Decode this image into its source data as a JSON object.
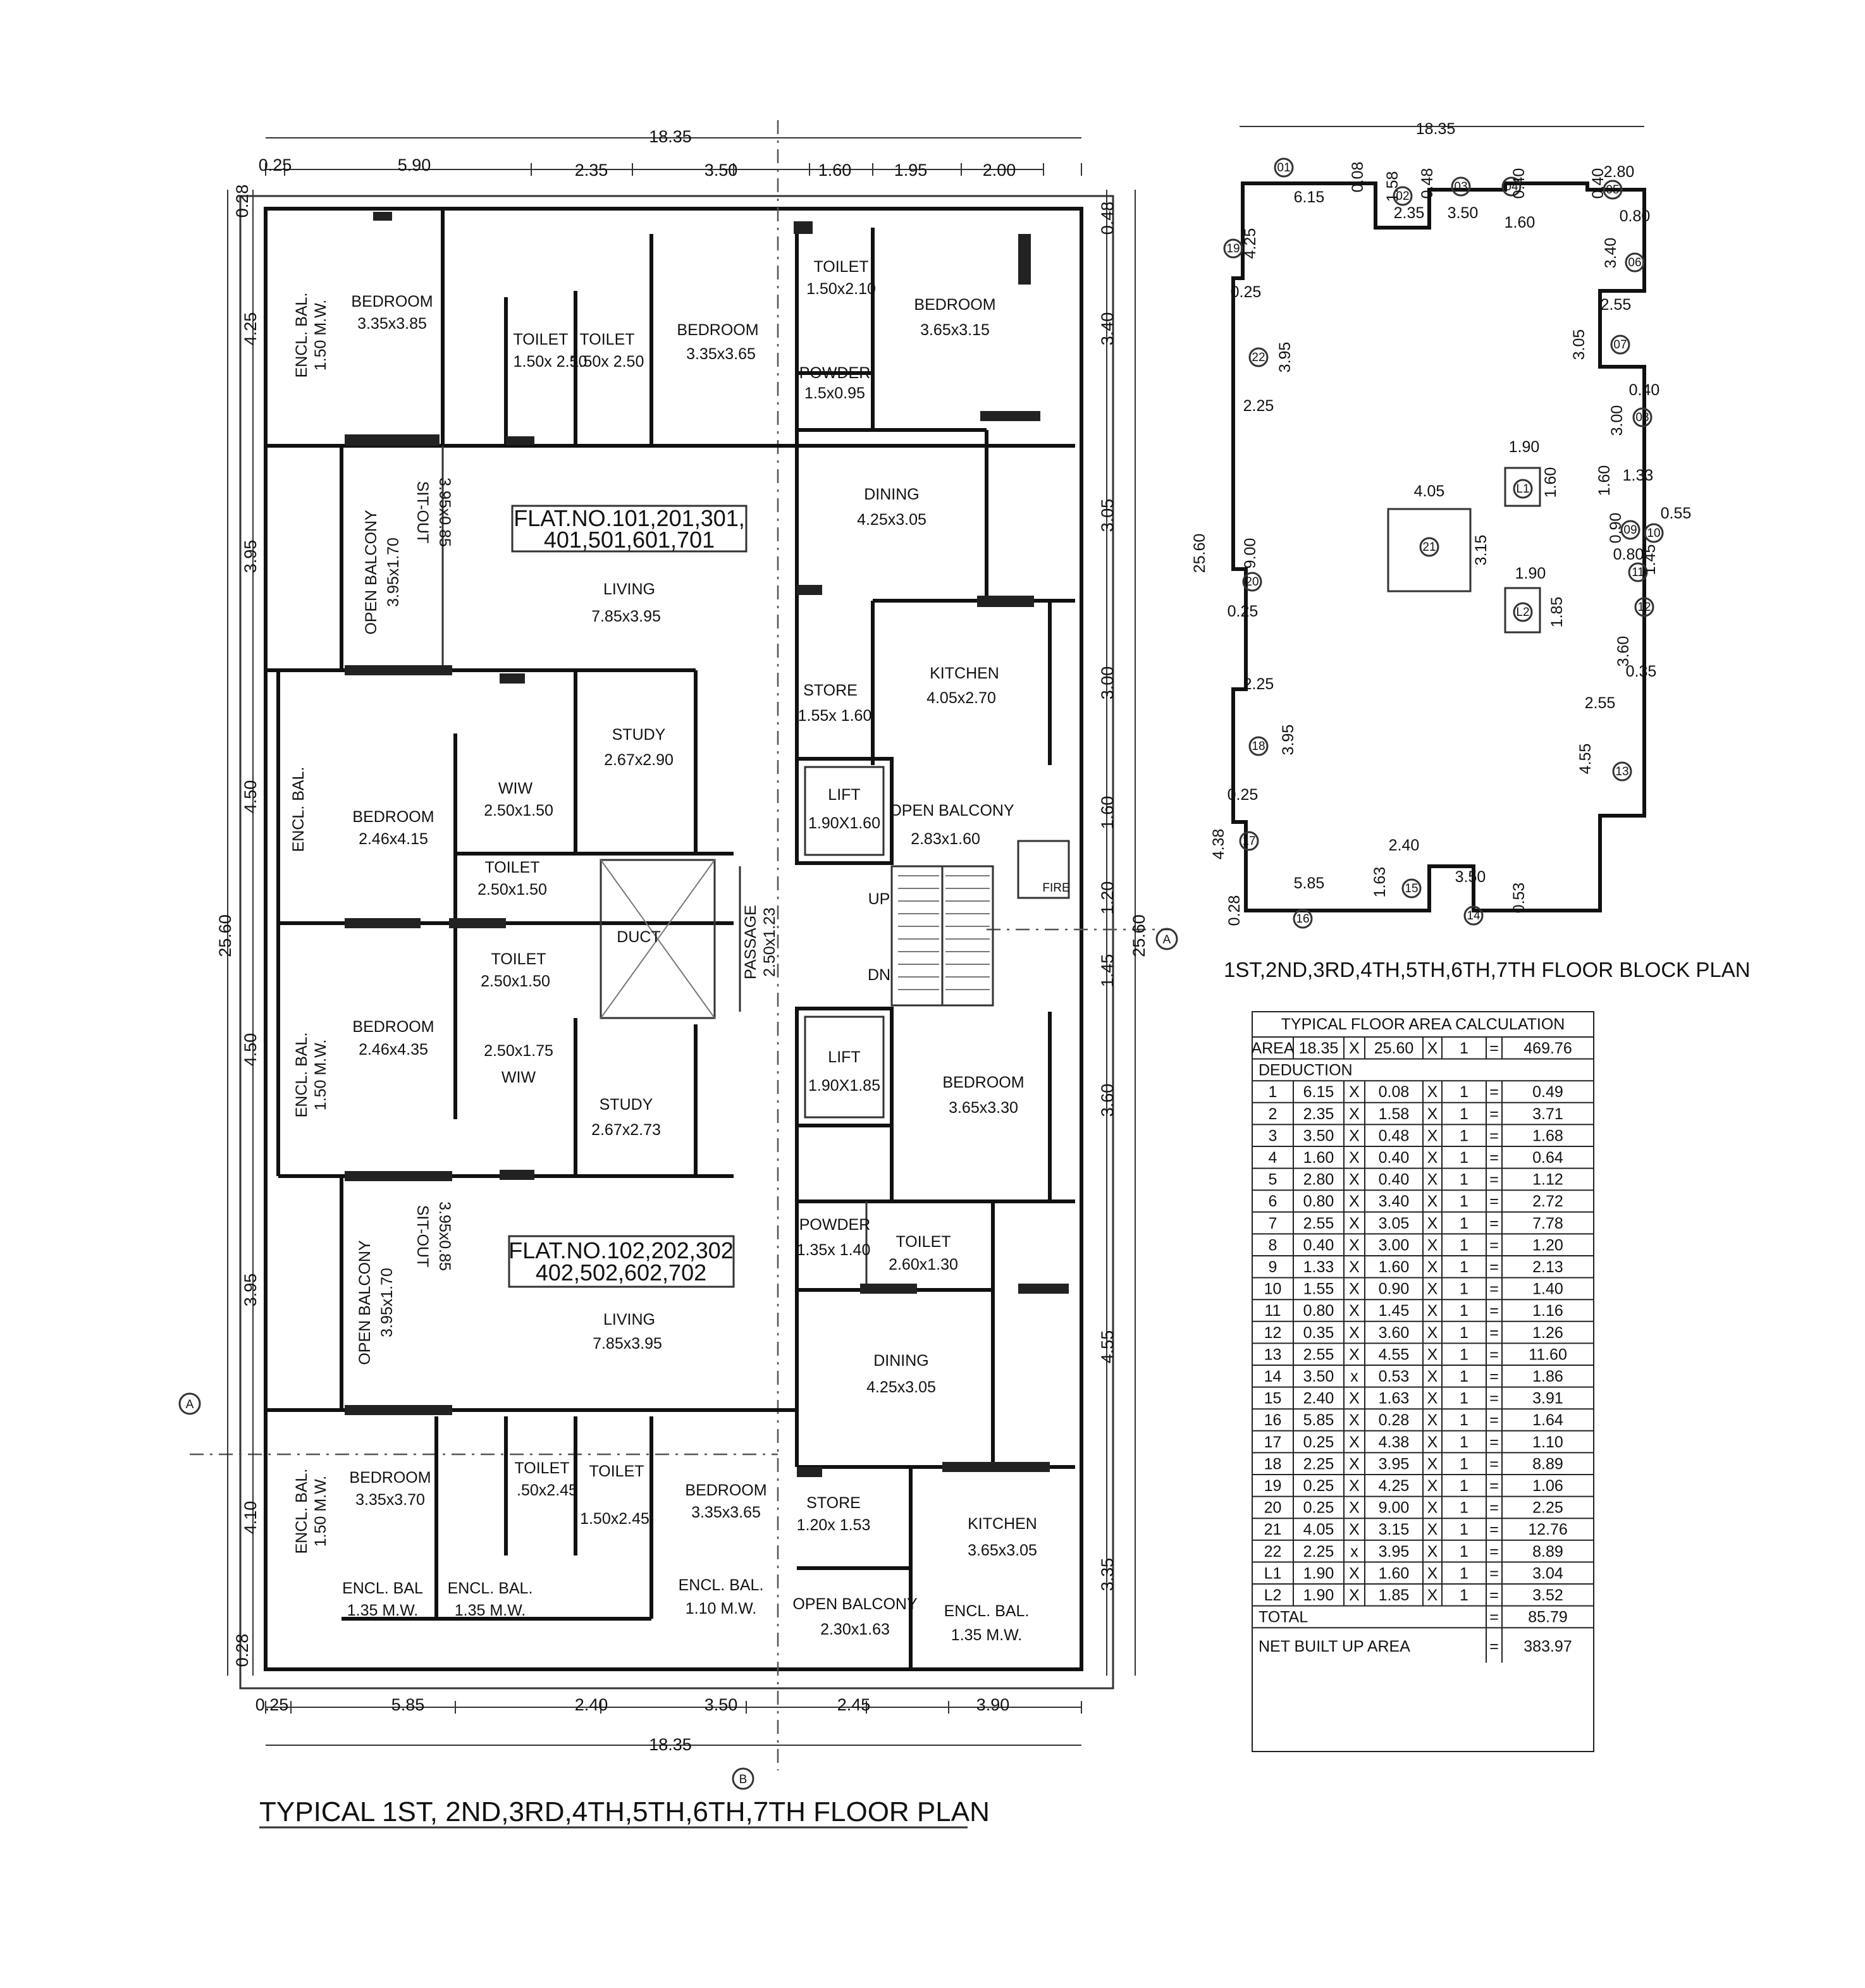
{
  "title": "TYPICAL 1ST, 2ND,3RD,4TH,5TH,6TH,7TH FLOOR PLAN",
  "block_title": "1ST,2ND,3RD,4TH,5TH,6TH,7TH FLOOR  BLOCK PLAN",
  "flat_top": [
    "FLAT.NO.101,201,301,",
    "401,501,601,701"
  ],
  "flat_bottom": [
    "FLAT.NO.102,202,302",
    "402,502,602,702"
  ],
  "rooms_top": [
    {
      "name": "BEDROOM",
      "size": "3.35x3.85"
    },
    {
      "name": "TOILET",
      "size": "1.50x 2.50"
    },
    {
      "name": "TOILET",
      "size": "1.50x 2.50"
    },
    {
      "name": "BEDROOM",
      "size": "3.35x3.65"
    },
    {
      "name": "TOILET",
      "size": "1.50x2.10"
    },
    {
      "name": "BEDROOM",
      "size": "3.65x3.15"
    },
    {
      "name": "POWDER",
      "size": "1.5x0.95"
    },
    {
      "name": "DINING",
      "size": "4.25x3.05"
    },
    {
      "name": "LIVING",
      "size": "7.85x3.95"
    },
    {
      "name": "OPEN BALCONY",
      "size": "3.95x1.70"
    },
    {
      "name": "SIT-OUT",
      "size": "3.95x0.85"
    },
    {
      "name": "KITCHEN",
      "size": "4.05x2.70"
    },
    {
      "name": "STORE",
      "size": "1.55x 1.60"
    },
    {
      "name": "STUDY",
      "size": "2.67x2.90"
    },
    {
      "name": "WIW",
      "size": "2.50x1.50"
    },
    {
      "name": "BEDROOM",
      "size": "2.46x4.15"
    },
    {
      "name": "TOILET",
      "size": "2.50x1.50"
    },
    {
      "name": "ENCL. BAL.",
      "size": "1.50 M.W."
    },
    {
      "name": "ENCL. BAL.",
      "size": ""
    }
  ],
  "rooms_core": [
    {
      "name": "LIFT",
      "size": "1.90X1.60"
    },
    {
      "name": "OPEN BALCONY",
      "size": "2.83x1.60"
    },
    {
      "name": "DUCT",
      "size": ""
    },
    {
      "name": "PASSAGE",
      "size": "2.50x1.23"
    },
    {
      "name": "LIFT",
      "size": "1.90X1.85"
    },
    {
      "name": "FIRE",
      "size": ""
    },
    {
      "name": "UP",
      "size": ""
    },
    {
      "name": "DN",
      "size": ""
    }
  ],
  "rooms_bottom": [
    {
      "name": "TOILET",
      "size": "2.50x1.50"
    },
    {
      "name": "BEDROOM",
      "size": "2.46x4.35"
    },
    {
      "name": "WIW",
      "size": "2.50x1.75"
    },
    {
      "name": "STUDY",
      "size": "2.67x2.73"
    },
    {
      "name": "BEDROOM",
      "size": "3.65x3.30"
    },
    {
      "name": "POWDER",
      "size": "1.35x 1.40"
    },
    {
      "name": "TOILET",
      "size": "2.60x1.30"
    },
    {
      "name": "LIVING",
      "size": "7.85x3.95"
    },
    {
      "name": "DINING",
      "size": "4.25x3.05"
    },
    {
      "name": "OPEN BALCONY",
      "size": "3.95x1.70"
    },
    {
      "name": "SIT-OUT",
      "size": "3.95x0.85"
    },
    {
      "name": "BEDROOM",
      "size": "3.35x3.70"
    },
    {
      "name": "TOILET",
      "size": ".50x2.45"
    },
    {
      "name": "TOILET",
      "size": "1.50x2.45"
    },
    {
      "name": "BEDROOM",
      "size": "3.35x3.65"
    },
    {
      "name": "STORE",
      "size": "1.20x 1.53"
    },
    {
      "name": "KITCHEN",
      "size": "3.65x3.05"
    },
    {
      "name": "OPEN BALCONY",
      "size": "2.30x1.63"
    },
    {
      "name": "ENCL. BAL.",
      "size": "1.35 M.W."
    },
    {
      "name": "ENCL. BAL.",
      "size": "1.50 M.W."
    },
    {
      "name": "ENCL. BAL",
      "size": "1.35 M.W."
    },
    {
      "name": "ENCL. BAL.",
      "size": "1.35 M.W."
    },
    {
      "name": "ENCL. BAL.",
      "size": "1.10 M.W."
    },
    {
      "name": "ENCL. BAL.",
      "size": "1.50 M.W."
    }
  ],
  "dims_top": [
    "18.35",
    "0.25",
    "5.90",
    "2.35",
    "3.50",
    "1.60",
    "1.95",
    "2.00"
  ],
  "dims_bottom": [
    "0.25",
    "5.85",
    "2.40",
    "3.50",
    "2.45",
    "3.90",
    "18.35"
  ],
  "dims_left": [
    "0.28",
    "4.25",
    "3.95",
    "4.50",
    "4.50",
    "3.95",
    "4.10",
    "0.28",
    "25.60"
  ],
  "dims_right": [
    "0.48",
    "3.40",
    "3.05",
    "3.00",
    "1.60",
    "1.20",
    "1.45",
    "3.60",
    "4.55",
    "3.35",
    "25.60"
  ],
  "grid_labels": [
    "A",
    "B"
  ],
  "block_dims": [
    "18.35",
    "6.15",
    "0.08",
    "1.58",
    "2.35",
    "0.48",
    "3.50",
    "1.60",
    "0.40",
    "2.80",
    "0.40",
    "0.80",
    "3.40",
    "4.25",
    "0.25",
    "3.95",
    "2.25",
    "2.55",
    "3.05",
    "3.00",
    "0.40",
    "1.90",
    "1.60",
    "4.05",
    "3.15",
    "1.60",
    "1.33",
    "0.90",
    "0.55",
    "0.80",
    "1.45",
    "1.90",
    "1.85",
    "3.60",
    "0.35",
    "25.60",
    "9.00",
    "0.25",
    "2.25",
    "3.95",
    "0.25",
    "4.38",
    "2.55",
    "4.55",
    "2.40",
    "1.63",
    "3.50",
    "0.53",
    "5.85",
    "0.28"
  ],
  "block_tags": [
    "01",
    "02",
    "03",
    "04",
    "05",
    "06",
    "07",
    "08",
    "09",
    "10",
    "11",
    "12",
    "13",
    "14",
    "15",
    "16",
    "17",
    "18",
    "19",
    "20",
    "21",
    "22",
    "L1",
    "L2"
  ],
  "area_table": {
    "title": "TYPICAL FLOOR AREA CALCULATION",
    "area_row": [
      "AREA",
      "18.35",
      "X",
      "25.60",
      "X",
      "1",
      "=",
      "469.76"
    ],
    "deduction_label": "DEDUCTION",
    "rows": [
      [
        "1",
        "6.15",
        "X",
        "0.08",
        "X",
        "1",
        "=",
        "0.49"
      ],
      [
        "2",
        "2.35",
        "X",
        "1.58",
        "X",
        "1",
        "=",
        "3.71"
      ],
      [
        "3",
        "3.50",
        "X",
        "0.48",
        "X",
        "1",
        "=",
        "1.68"
      ],
      [
        "4",
        "1.60",
        "X",
        "0.40",
        "X",
        "1",
        "=",
        "0.64"
      ],
      [
        "5",
        "2.80",
        "X",
        "0.40",
        "X",
        "1",
        "=",
        "1.12"
      ],
      [
        "6",
        "0.80",
        "X",
        "3.40",
        "X",
        "1",
        "=",
        "2.72"
      ],
      [
        "7",
        "2.55",
        "X",
        "3.05",
        "X",
        "1",
        "=",
        "7.78"
      ],
      [
        "8",
        "0.40",
        "X",
        "3.00",
        "X",
        "1",
        "=",
        "1.20"
      ],
      [
        "9",
        "1.33",
        "X",
        "1.60",
        "X",
        "1",
        "=",
        "2.13"
      ],
      [
        "10",
        "1.55",
        "X",
        "0.90",
        "X",
        "1",
        "=",
        "1.40"
      ],
      [
        "11",
        "0.80",
        "X",
        "1.45",
        "X",
        "1",
        "=",
        "1.16"
      ],
      [
        "12",
        "0.35",
        "X",
        "3.60",
        "X",
        "1",
        "=",
        "1.26"
      ],
      [
        "13",
        "2.55",
        "X",
        "4.55",
        "X",
        "1",
        "=",
        "11.60"
      ],
      [
        "14",
        "3.50",
        "x",
        "0.53",
        "X",
        "1",
        "=",
        "1.86"
      ],
      [
        "15",
        "2.40",
        "X",
        "1.63",
        "X",
        "1",
        "=",
        "3.91"
      ],
      [
        "16",
        "5.85",
        "X",
        "0.28",
        "X",
        "1",
        "=",
        "1.64"
      ],
      [
        "17",
        "0.25",
        "X",
        "4.38",
        "X",
        "1",
        "=",
        "1.10"
      ],
      [
        "18",
        "2.25",
        "X",
        "3.95",
        "X",
        "1",
        "=",
        "8.89"
      ],
      [
        "19",
        "0.25",
        "X",
        "4.25",
        "X",
        "1",
        "=",
        "1.06"
      ],
      [
        "20",
        "0.25",
        "X",
        "9.00",
        "X",
        "1",
        "=",
        "2.25"
      ],
      [
        "21",
        "4.05",
        "X",
        "3.15",
        "X",
        "1",
        "=",
        "12.76"
      ],
      [
        "22",
        "2.25",
        "x",
        "3.95",
        "X",
        "1",
        "=",
        "8.89"
      ],
      [
        "L1",
        "1.90",
        "X",
        "1.60",
        "X",
        "1",
        "=",
        "3.04"
      ],
      [
        "L2",
        "1.90",
        "X",
        "1.85",
        "X",
        "1",
        "=",
        "3.52"
      ]
    ],
    "total": [
      "TOTAL",
      "=",
      "85.79"
    ],
    "net": [
      "NET  BUILT  UP  AREA",
      "=",
      "383.97"
    ]
  }
}
